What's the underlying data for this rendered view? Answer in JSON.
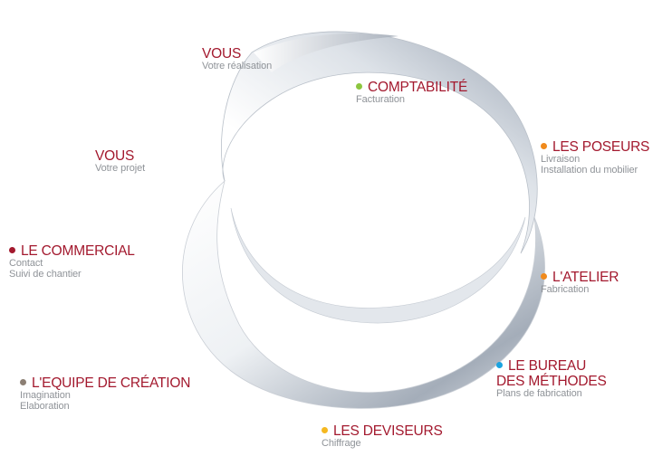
{
  "colors": {
    "title": "#a3192e",
    "subtitle": "#8f9398",
    "dot_green": "#8cc63f",
    "dot_orange": "#f08a1c",
    "dot_red": "#a3192e",
    "dot_brown": "#8c7f74",
    "dot_blue": "#1ba3e0",
    "dot_yellow": "#f5b820",
    "swirl_light": "#eef1f5",
    "swirl_dark": "#98a3b2"
  },
  "vous_realisation": {
    "title": "VOUS",
    "sub": "Votre réalisation"
  },
  "comptabilite": {
    "title": "COMPTABILITÉ",
    "sub": "Facturation"
  },
  "poseurs": {
    "title": "LES POSEURS",
    "sub1": "Livraison",
    "sub2": "Installation du mobilier"
  },
  "vous_projet": {
    "title": "VOUS",
    "sub": "Votre projet"
  },
  "commercial": {
    "title": "LE COMMERCIAL",
    "sub1": "Contact",
    "sub2": "Suivi de chantier"
  },
  "atelier": {
    "title": "L'ATELIER",
    "sub": "Fabrication"
  },
  "bureau": {
    "title1": "LE BUREAU",
    "title2": "DES MÉTHODES",
    "sub": "Plans de fabrication"
  },
  "equipe": {
    "title": "L'EQUIPE DE CRÉATION",
    "sub1": "Imagination",
    "sub2": "Elaboration"
  },
  "deviseurs": {
    "title": "LES DEVISEURS",
    "sub": "Chiffrage"
  }
}
